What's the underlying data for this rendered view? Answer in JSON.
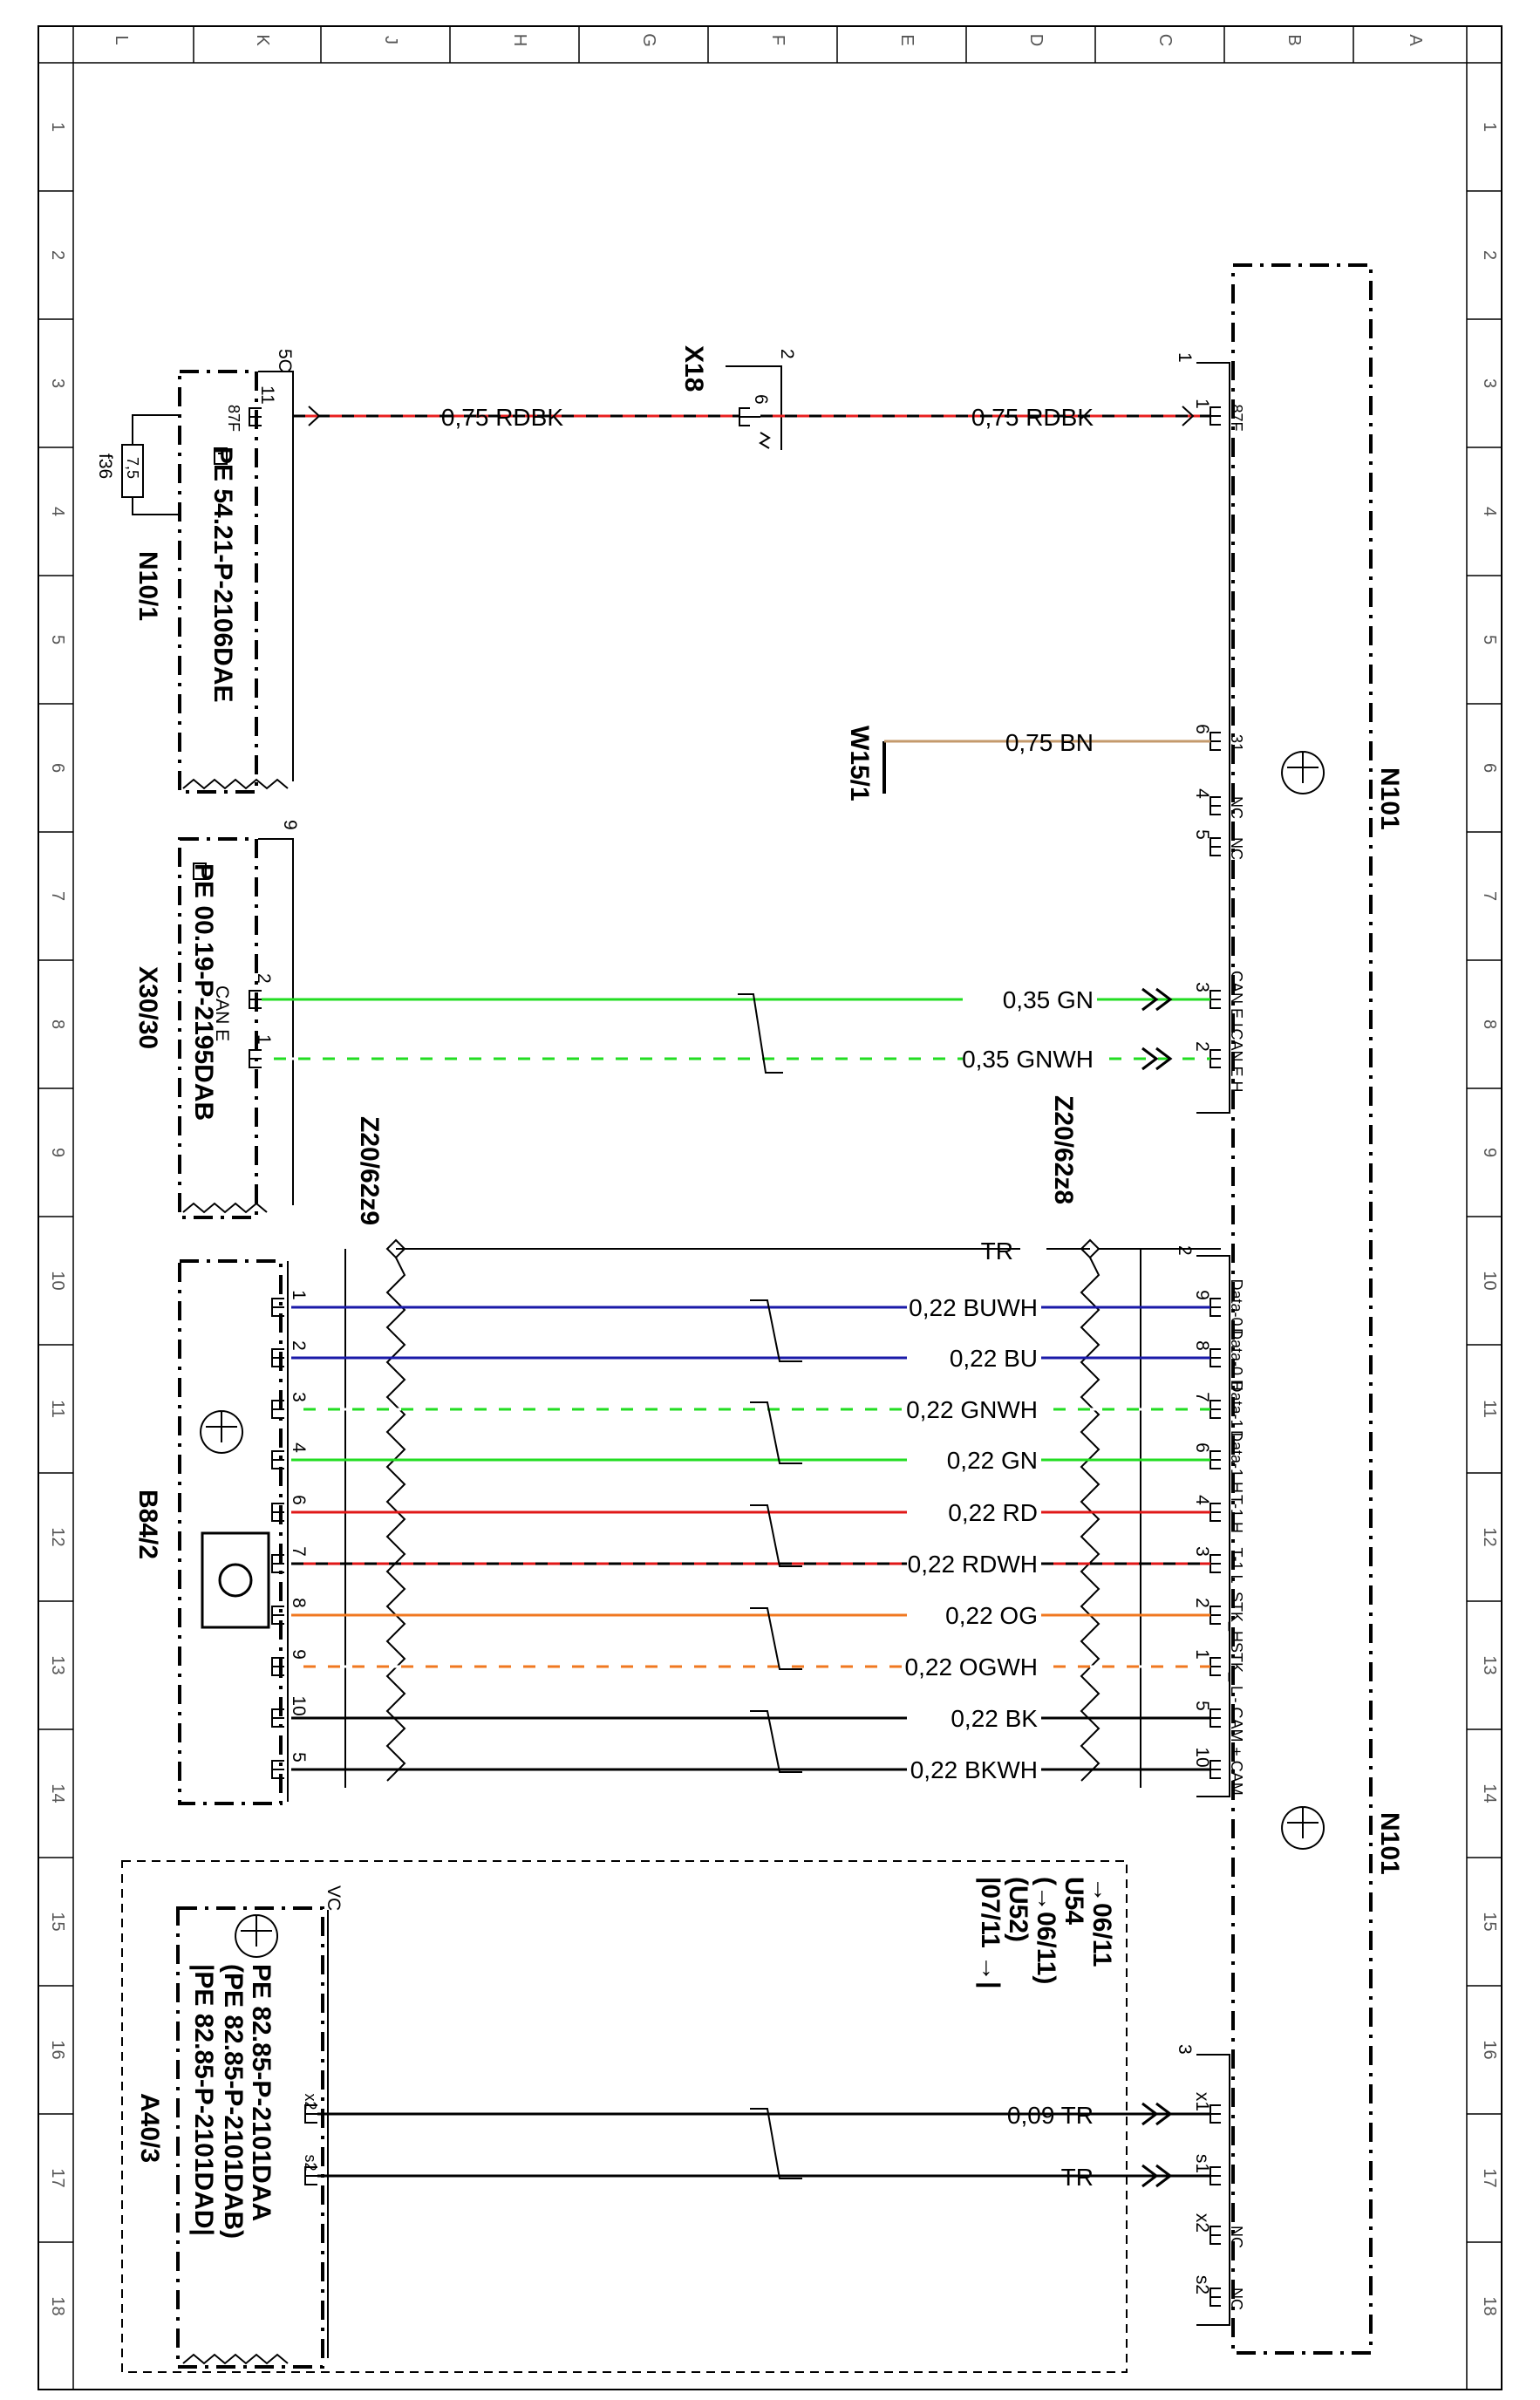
{
  "frame": {
    "columns": [
      "L",
      "K",
      "J",
      "H",
      "G",
      "F",
      "E",
      "D",
      "C",
      "B",
      "A"
    ],
    "rows": [
      "1",
      "2",
      "3",
      "4",
      "5",
      "6",
      "7",
      "8",
      "9",
      "10",
      "11",
      "12",
      "13",
      "14",
      "15",
      "16",
      "17",
      "18"
    ]
  },
  "components": {
    "n101_top": "N101",
    "n101_bottom": "N101",
    "n10_1": "N10/1",
    "n10_1_ref": "PE 54.21-P-2106DAE",
    "f36": "f36",
    "f36_rating": "7,5",
    "x18": "X18",
    "w15_1": "W15/1",
    "x30_30": "X30/30",
    "x30_30_ref": "PE 00.19-P-2195DAB",
    "x30_30_bus": "CAN E",
    "z20_62z9": "Z20/62z9",
    "z20_62z8": "Z20/62z8",
    "b84_2": "B84/2",
    "a40_3": "A40/3",
    "a40_3_refs": [
      "PE 82.85-P-2101DAA",
      "(PE 82.85-P-2101DAB)",
      "|PE 82.85-P-2101DAD|"
    ],
    "a40_3_variants": [
      "→06/11",
      "U54",
      "(→06/11)",
      "(U52)",
      "|07/11 →|"
    ]
  },
  "connector_codes": {
    "n10_1": "5C",
    "n10_1_pin": "11",
    "n10_1_pin_fn": "87F",
    "x30_30": "9",
    "x30_30_pins": [
      "2",
      "1"
    ],
    "x18": "2",
    "x18_pin": "6",
    "n101_c1": "1",
    "n101_c2": "2",
    "n101_c3": "3",
    "a40_3": "VC",
    "a40_3_pins": [
      "x2",
      "s2"
    ],
    "b84_2_pins": [
      "1",
      "2",
      "3",
      "4",
      "6",
      "7",
      "8",
      "9",
      "10",
      "5"
    ]
  },
  "wires": {
    "rdbk_left": "0,75 RDBK",
    "rdbk_right": "0,75 RDBK",
    "bn": "0,75 BN",
    "gn": "0,35 GN",
    "gnwh": "0,35 GNWH",
    "shield": "TR",
    "buwh": "0,22 BUWH",
    "bu": "0,22 BU",
    "gnwh2": "0,22 GNWH",
    "gn2": "0,22 GN",
    "rd": "0,22 RD",
    "rdwh": "0,22 RDWH",
    "og": "0,22 OG",
    "ogwh": "0,22 OGWH",
    "bk": "0,22 BK",
    "bkwh": "0,22 BKWH",
    "tr_a": "0,09 TR",
    "tr_b": "TR"
  },
  "n101_pins": [
    {
      "pin": "1",
      "fn": "87F"
    },
    {
      "pin": "6",
      "fn": "31"
    },
    {
      "pin": "4",
      "fn": "NC"
    },
    {
      "pin": "5",
      "fn": "NC"
    },
    {
      "pin": "3",
      "fn": "CAN E L"
    },
    {
      "pin": "2",
      "fn": "CAN E H"
    },
    {
      "pin": "9",
      "fn": "Data-0 L"
    },
    {
      "pin": "8",
      "fn": "Data-0 H"
    },
    {
      "pin": "7",
      "fn": "Data-1 L"
    },
    {
      "pin": "6",
      "fn": "Data-1 H"
    },
    {
      "pin": "4",
      "fn": "T-1 H"
    },
    {
      "pin": "3",
      "fn": "T-1 L"
    },
    {
      "pin": "2",
      "fn": "STK_H"
    },
    {
      "pin": "1",
      "fn": "STK_ L"
    },
    {
      "pin": "5",
      "fn": "- CAM"
    },
    {
      "pin": "10",
      "fn": "+ CAM"
    },
    {
      "pin": "x1",
      "fn": ""
    },
    {
      "pin": "s1",
      "fn": ""
    },
    {
      "pin": "x2",
      "fn": "NC"
    },
    {
      "pin": "s2",
      "fn": "NC"
    }
  ],
  "colors": {
    "rdbk_red": "#e82020",
    "brown": "#c49a6c",
    "green": "#22dd22",
    "blue": "#1a1aa8",
    "red": "#e01818",
    "orange": "#f07820",
    "black": "#000000"
  }
}
